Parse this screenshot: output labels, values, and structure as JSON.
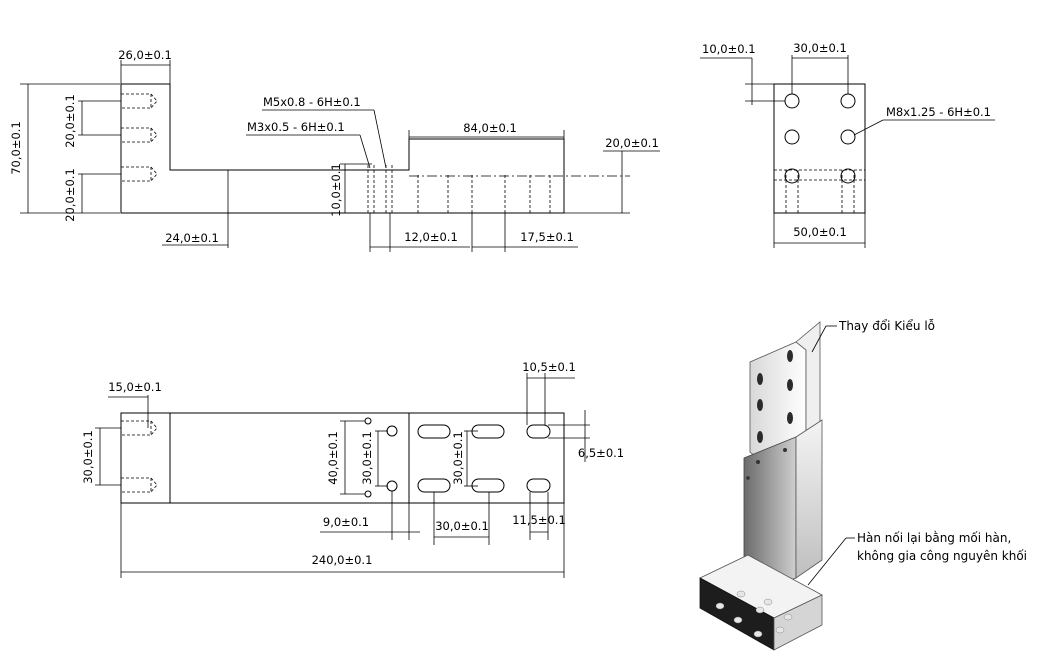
{
  "dimensions": {
    "front_height": "70,0±0.1",
    "front_top_width": "26,0±0.1",
    "front_hole_pitch": "20,0±0.1",
    "front_hole_bottom": "20,0±0.1",
    "front_base_offset": "24,0±0.1",
    "thread_m5": "M5x0.8 - 6H±0.1",
    "thread_m3": "M3x0.5 - 6H±0.1",
    "front_slot_length": "84,0±0.1",
    "front_thickness": "20,0±0.1",
    "front_small_height": "10,0±0.1",
    "front_step": "12,0±0.1",
    "front_slot_pitch": "17,5±0.1",
    "side_offset": "10,0±0.1",
    "side_hole_pitch": "30,0±0.1",
    "side_thread": "M8x1.25 - 6H±0.1",
    "side_width": "50,0±0.1",
    "top_edge_offset": "15,0±0.1",
    "top_hole_pitch": "30,0±0.1",
    "top_slot_length": "10,5±0.1",
    "top_vertical_40": "40,0±0.1",
    "top_vertical_30a": "30,0±0.1",
    "top_vertical_30b": "30,0±0.1",
    "top_slot_width": "6,5±0.1",
    "top_offset_9": "9,0±0.1",
    "top_slot_pitch": "30,0±0.1",
    "top_slot_step": "11,5±0.1",
    "top_total_length": "240,0±0.1"
  },
  "notes": {
    "change_hole_type": "Thay đổi Kiểu lỗ",
    "weld_line1": "Hàn nối lại bằng mối hàn,",
    "weld_line2": "không gia công nguyên khối"
  }
}
